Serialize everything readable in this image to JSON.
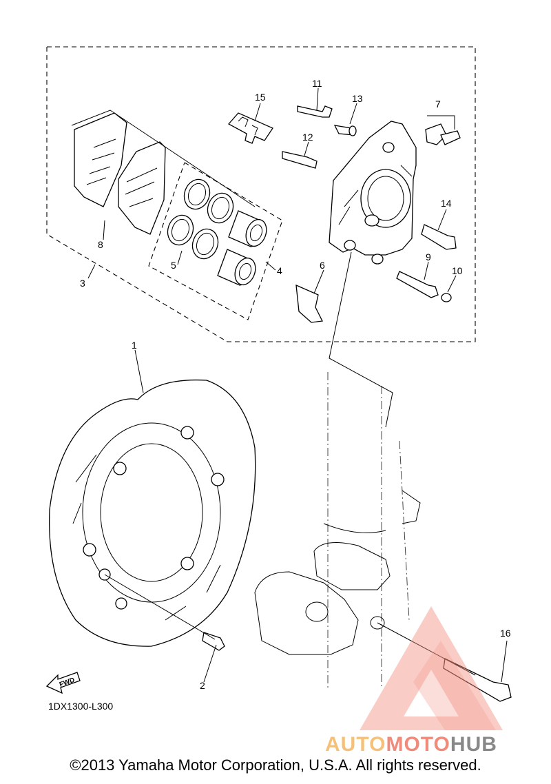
{
  "diagram": {
    "callouts": [
      {
        "id": "c1",
        "text": "1"
      },
      {
        "id": "c2",
        "text": "2"
      },
      {
        "id": "c3",
        "text": "3"
      },
      {
        "id": "c4",
        "text": "4"
      },
      {
        "id": "c5",
        "text": "5"
      },
      {
        "id": "c6",
        "text": "6"
      },
      {
        "id": "c7",
        "text": "7"
      },
      {
        "id": "c8",
        "text": "8"
      },
      {
        "id": "c9",
        "text": "9"
      },
      {
        "id": "c10",
        "text": "10"
      },
      {
        "id": "c11",
        "text": "11"
      },
      {
        "id": "c12",
        "text": "12"
      },
      {
        "id": "c13",
        "text": "13"
      },
      {
        "id": "c14",
        "text": "14"
      },
      {
        "id": "c15",
        "text": "15"
      },
      {
        "id": "c16",
        "text": "16"
      }
    ],
    "fwd_label": "FWD",
    "drawing_code": "1DX1300-L300"
  },
  "watermark": {
    "auto": "AUTO",
    "moto": "MOTO",
    "hub": "HUB",
    "colors": {
      "auto": "#f5c07a",
      "moto": "#f08a7a",
      "hub": "#888888",
      "logo": "#f08a7a"
    }
  },
  "copyright": "©2013 Yamaha Motor Corporation, U.S.A. All rights reserved."
}
